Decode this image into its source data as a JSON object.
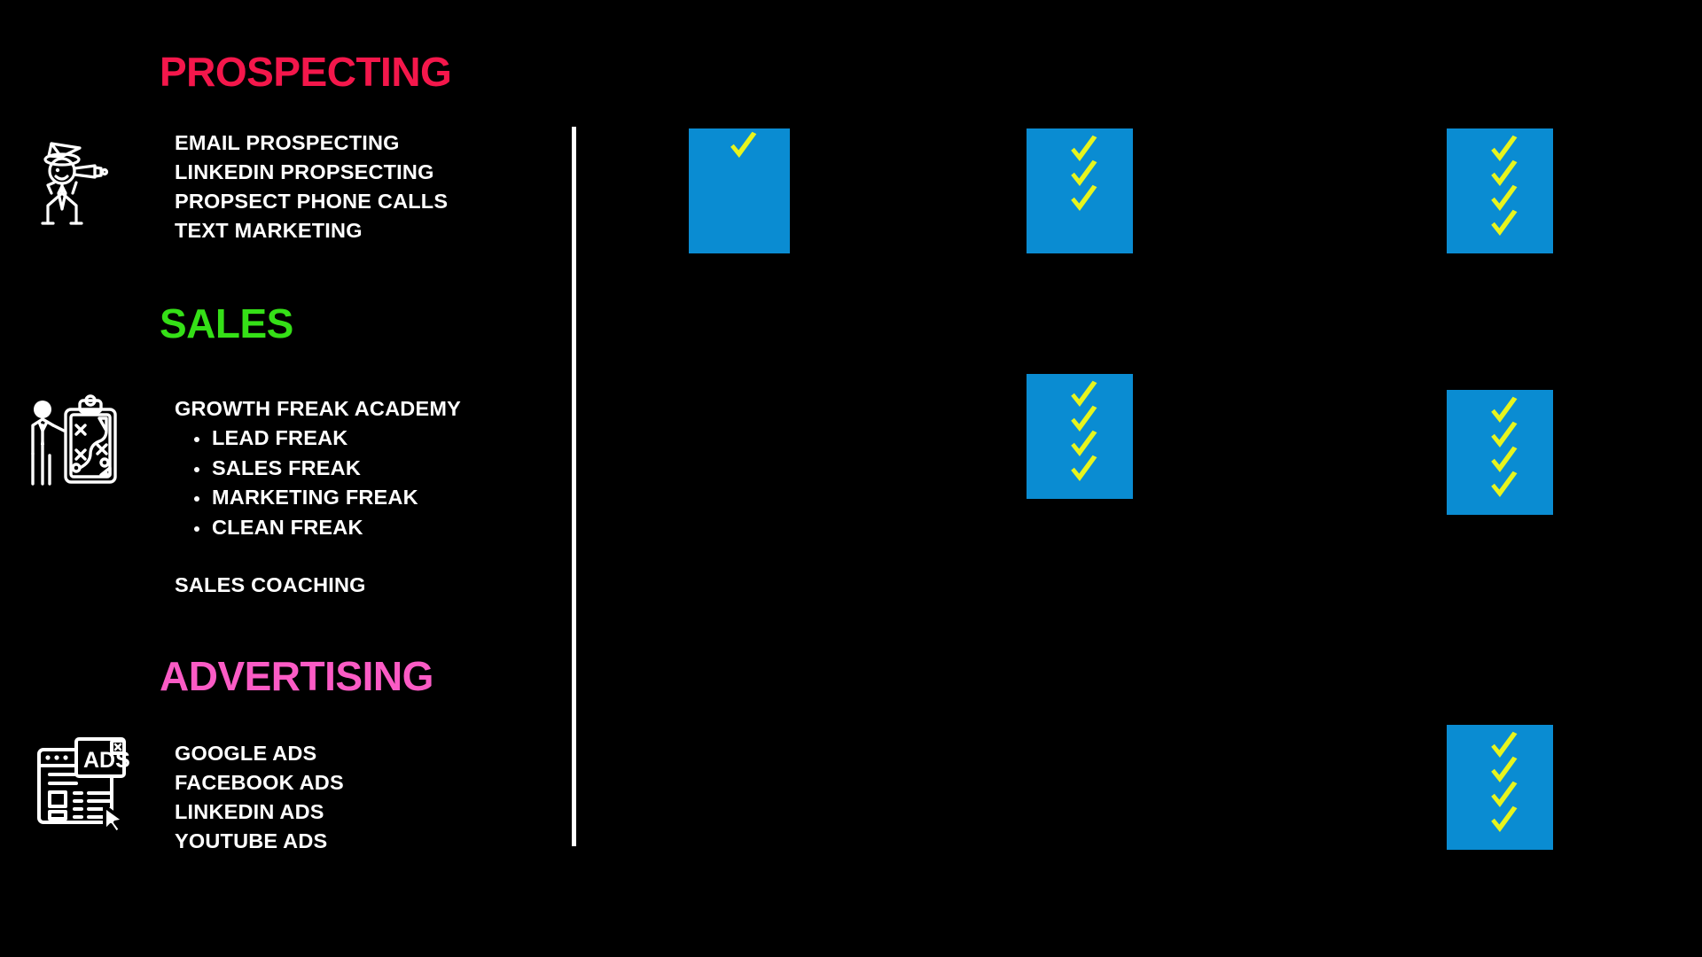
{
  "page": {
    "background_color": "#000000",
    "text_color": "#ffffff",
    "divider_color": "#ffffff"
  },
  "sections": [
    {
      "id": "prospecting",
      "heading": "PROSPECTING",
      "heading_color": "#f4174b",
      "icon": "spyglass-businessman-icon",
      "items": [
        {
          "label": "EMAIL PROSPECTING",
          "level": 0
        },
        {
          "label": "LINKEDIN PROPSECTING",
          "level": 0
        },
        {
          "label": "PROPSECT PHONE CALLS",
          "level": 0
        },
        {
          "label": "TEXT MARKETING",
          "level": 0
        }
      ]
    },
    {
      "id": "sales",
      "heading": "SALES",
      "heading_color": "#35e017",
      "icon": "strategy-clipboard-icon",
      "items": [
        {
          "label": "GROWTH FREAK ACADEMY",
          "level": 0
        },
        {
          "label": "LEAD FREAK",
          "level": 1
        },
        {
          "label": "SALES FREAK",
          "level": 1
        },
        {
          "label": "MARKETING FREAK",
          "level": 1
        },
        {
          "label": "CLEAN FREAK",
          "level": 1
        },
        {
          "label": "SALES COACHING",
          "level": 0,
          "spaced": true
        }
      ]
    },
    {
      "id": "advertising",
      "heading": "ADVERTISING",
      "heading_color": "#fb5bc5",
      "icon": "ads-browser-cursor-icon",
      "items": [
        {
          "label": "GOOGLE ADS",
          "level": 0
        },
        {
          "label": "FACEBOOK ADS",
          "level": 0
        },
        {
          "label": "LINKEDIN ADS",
          "level": 0
        },
        {
          "label": "YOUTUBE ADS",
          "level": 0
        }
      ]
    }
  ],
  "checkbox_grid": {
    "card_color": "#0a8cd2",
    "check_color": "#e8f51d",
    "columns": 3,
    "rows": [
      {
        "section": "prospecting",
        "checks": [
          1,
          3,
          4
        ]
      },
      {
        "section": "sales",
        "checks": [
          0,
          4,
          4
        ]
      },
      {
        "section": "advertising",
        "checks": [
          0,
          0,
          4
        ]
      }
    ]
  }
}
